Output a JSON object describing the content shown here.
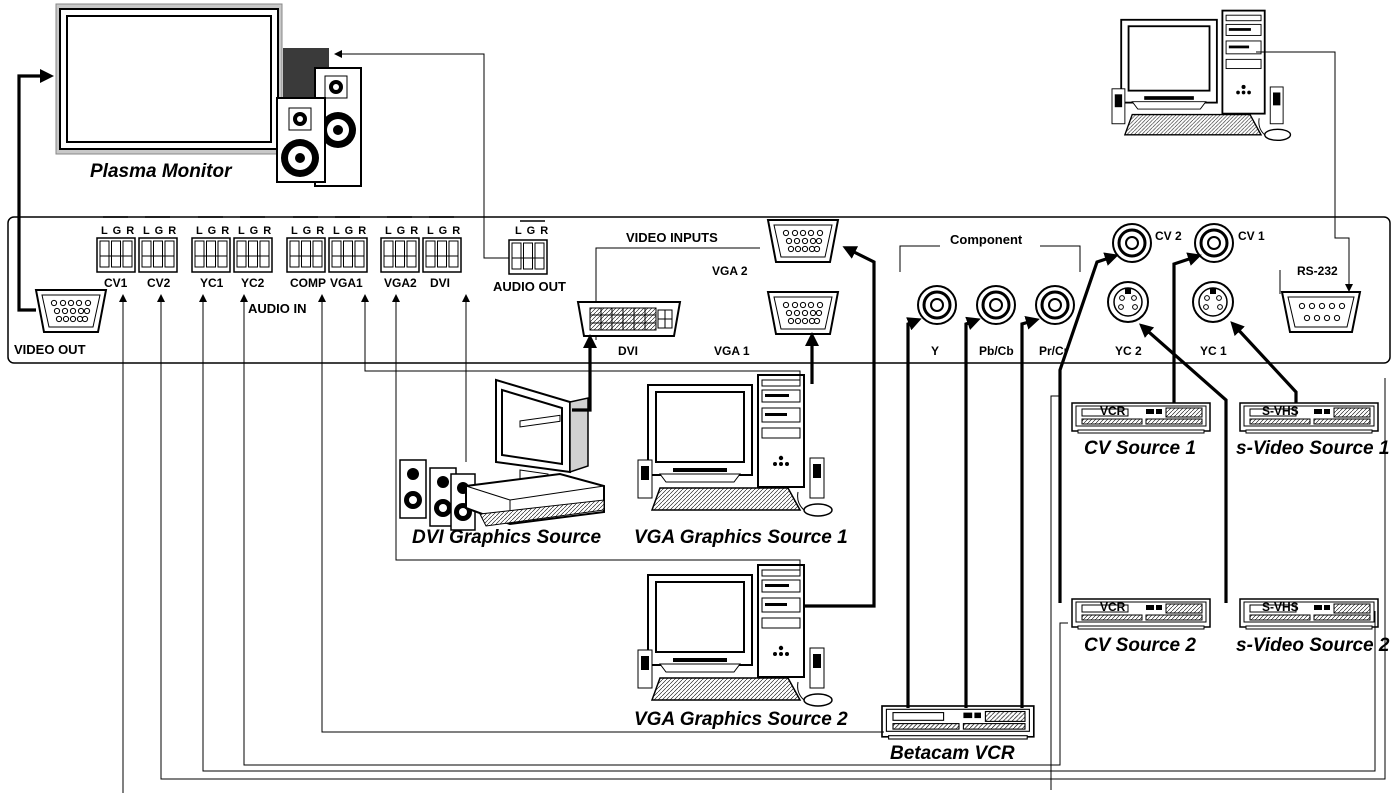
{
  "devices": {
    "plasma_monitor": "Plasma Monitor",
    "dvi_source": "DVI Graphics Source",
    "vga_source_1": "VGA Graphics Source 1",
    "vga_source_2": "VGA Graphics Source 2",
    "betacam": "Betacam VCR",
    "cv_source_1": "CV Source 1",
    "cv_source_2": "CV Source 2",
    "svideo_source_1": "s-Video Source 1",
    "svideo_source_2": "s-Video Source 2"
  },
  "panel": {
    "video_out": "VIDEO OUT",
    "audio_in": "AUDIO IN",
    "audio_out": "AUDIO OUT",
    "video_inputs": "VIDEO INPUTS",
    "component": "Component",
    "rs232": "RS-232",
    "lgr": "L G R",
    "audio_channels": [
      "CV1",
      "CV2",
      "YC1",
      "YC2",
      "COMP",
      "VGA1",
      "VGA2",
      "DVI"
    ],
    "dvi": "DVI",
    "vga1": "VGA 1",
    "vga2": "VGA 2",
    "y": "Y",
    "pbcb": "Pb/Cb",
    "prcr": "Pr/Cr",
    "yc1": "YC 1",
    "yc2": "YC 2",
    "cv1": "CV 1",
    "cv2": "CV 2"
  },
  "vcr_labels": {
    "vcr": "VCR",
    "svhs": "S-VHS"
  }
}
